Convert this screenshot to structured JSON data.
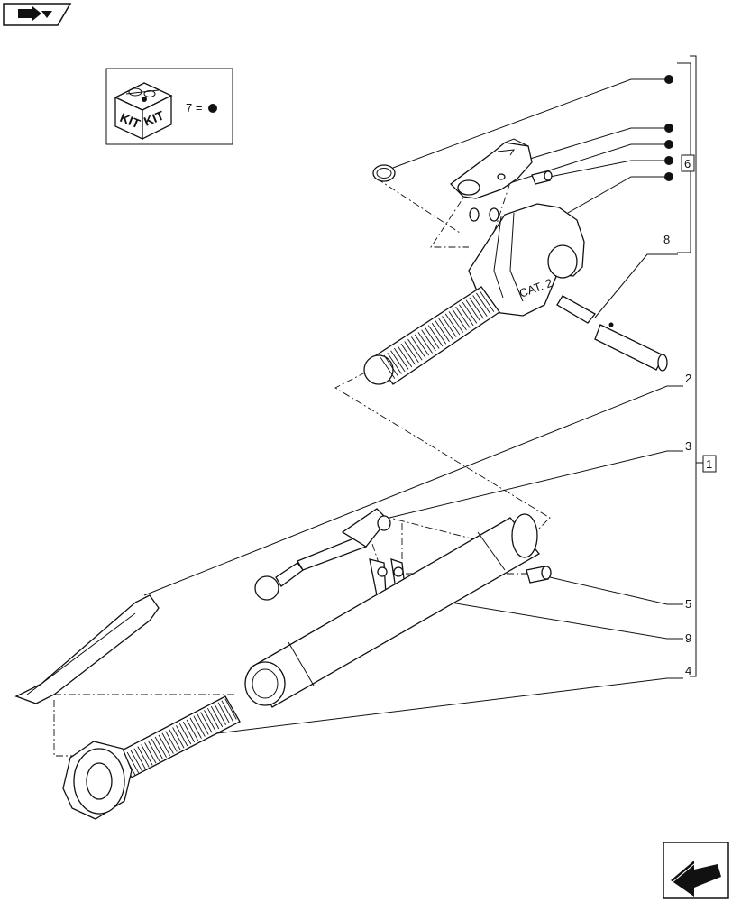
{
  "legend": {
    "kit_word_left": "KIT",
    "kit_word_right": "KIT",
    "equation": "7 ="
  },
  "callouts": {
    "c2": "2",
    "c3": "3",
    "c4": "4",
    "c5": "5",
    "c8": "8",
    "c9": "9",
    "group6": "6",
    "group1": "1"
  },
  "markings": {
    "cat_label": "CAT. 2"
  },
  "colors": {
    "line": "#111111",
    "background": "#ffffff"
  },
  "icons": {
    "top_left": "book-arrow-icon",
    "bottom_right": "next-page-arrow-icon"
  }
}
